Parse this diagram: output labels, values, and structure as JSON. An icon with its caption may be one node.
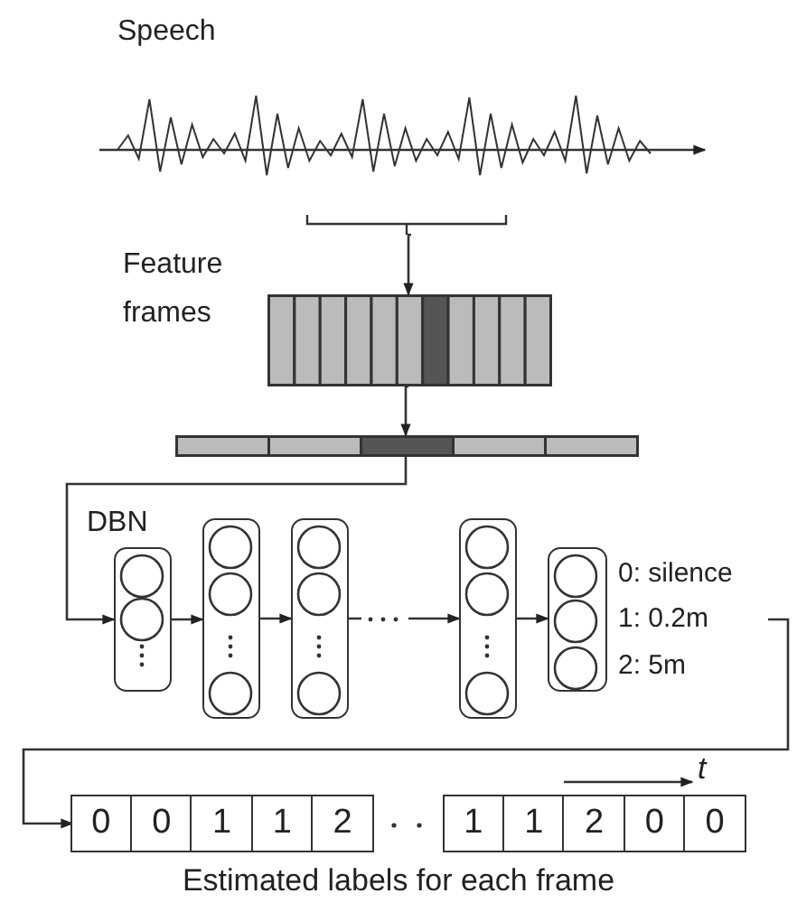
{
  "diagram": {
    "nodes": [
      {
        "text": [],
        "shape": "picture",
        "beside": [
          "Speech"
        ]
      },
      {
        "text": [],
        "shape": "bar"
      },
      {
        "text": [],
        "shape": "bar"
      },
      {
        "text": [],
        "shape": "box"
      },
      {
        "text": [],
        "shape": "box"
      },
      {
        "text": [],
        "shape": "box"
      },
      {
        "text": [],
        "shape": "box"
      },
      {
        "text": [],
        "shape": "box",
        "beside": [
          "0: silence",
          "1: 0.2m",
          "2: 5m"
        ]
      },
      {
        "text": [
          "0",
          "0",
          "1",
          "1",
          "2"
        ]
      },
      {
        "text": [
          "1",
          "1",
          "2",
          "0",
          "0"
        ]
      }
    ],
    "edges": [
      {
        "from": 0,
        "to": 1,
        "arrow": "to"
      },
      {
        "from": 1,
        "to": 2,
        "arrow": "to"
      },
      {
        "from": 2,
        "to": 3,
        "arrow": "to"
      },
      {
        "from": 3,
        "to": 4,
        "arrow": "to"
      },
      {
        "from": 4,
        "to": 5,
        "arrow": "to"
      },
      {
        "from": 5,
        "to": 6,
        "arrow": "to"
      },
      {
        "from": 6,
        "to": 7,
        "arrow": "to"
      },
      {
        "from": 7,
        "to": 8,
        "arrow": "to"
      }
    ],
    "labels": [
      "Feature frames",
      "DBN",
      "t",
      "Estimated labels for each frame"
    ]
  }
}
